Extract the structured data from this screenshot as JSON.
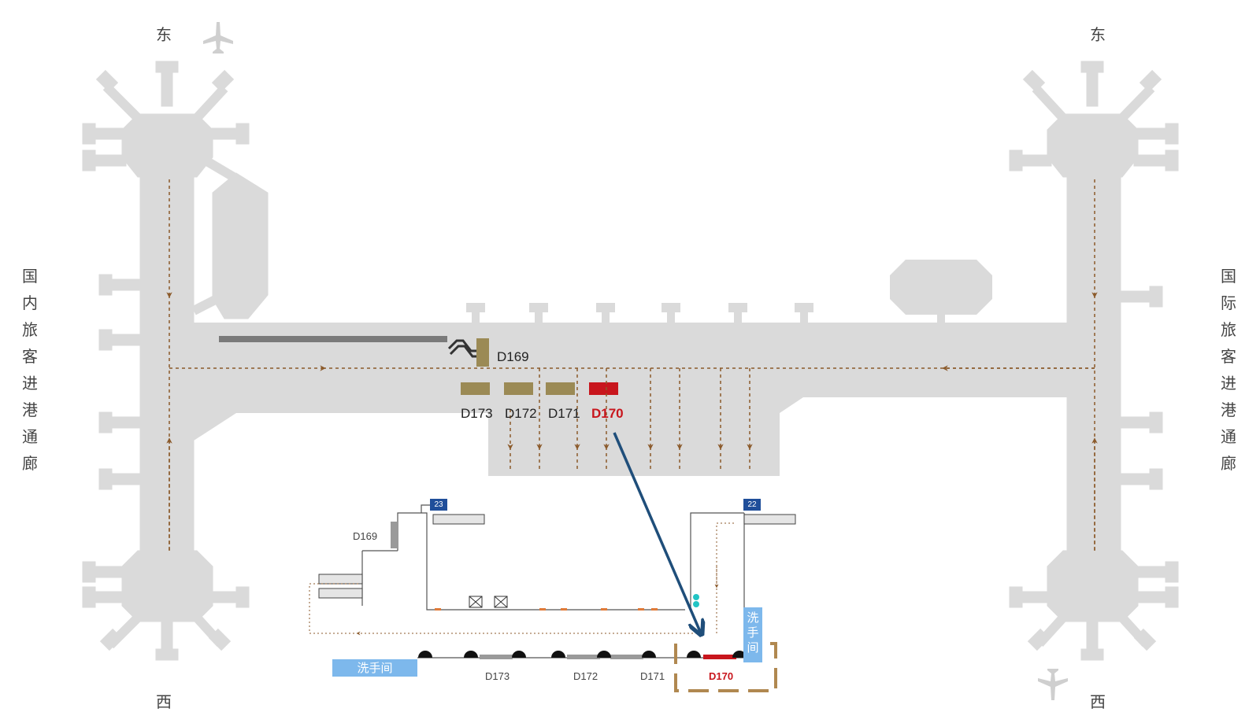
{
  "directions": {
    "left_top": "东",
    "right_top": "东",
    "left_bottom": "西",
    "right_bottom": "西"
  },
  "corridors": {
    "domestic": "国内旅客进港通廊",
    "international": "国际旅客进港通廊"
  },
  "icons": {
    "airplane": "airplane-icon",
    "escalator": "escalator-icon"
  },
  "colors": {
    "building": "#dadada",
    "gate_marker": "#9b8a55",
    "highlight": "#c8161d",
    "route_arrow": "#1f4e7a",
    "flow_arrow": "#8b5a2b",
    "restroom": "#7db8ec",
    "badge": "#1f4e9a"
  },
  "upper_map": {
    "gates": [
      {
        "label": "D169",
        "highlight": false
      },
      {
        "label": "D173",
        "highlight": false
      },
      {
        "label": "D172",
        "highlight": false
      },
      {
        "label": "D171",
        "highlight": false
      },
      {
        "label": "D170",
        "highlight": true
      }
    ]
  },
  "detail_map": {
    "gate_d169": "D169",
    "badge_left": "23",
    "badge_right": "22",
    "restroom_bottom": "洗手间",
    "restroom_side": "洗手间",
    "gates": [
      {
        "label": "D173",
        "highlight": false
      },
      {
        "label": "D172",
        "highlight": false
      },
      {
        "label": "D171",
        "highlight": false
      },
      {
        "label": "D170",
        "highlight": true
      }
    ]
  }
}
